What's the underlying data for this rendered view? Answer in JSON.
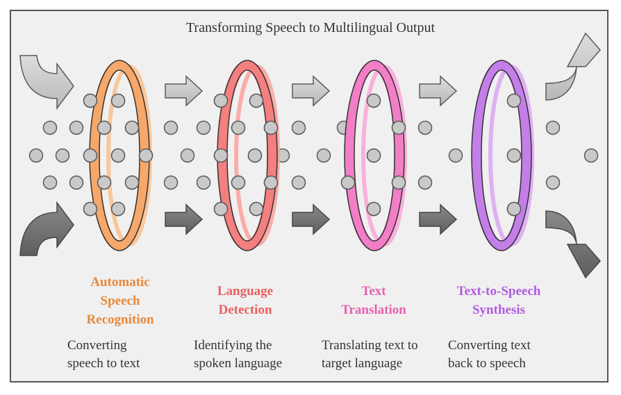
{
  "title": "Transforming Speech to Multilingual Output",
  "colors": {
    "background": "#f0f0f0",
    "border": "#555555",
    "dots": "#c9c9c9",
    "arrow_light": "#c8c8c8",
    "arrow_dark": "#707070"
  },
  "stages": [
    {
      "title_lines": [
        "Automatic",
        "Speech",
        "Recognition"
      ],
      "desc_lines": [
        "Converting",
        "speech to text"
      ],
      "color": "#e8893a",
      "ring_fill": "#f6a86a",
      "ring_edge": "#f9c291"
    },
    {
      "title_lines": [
        "Language",
        "Detection"
      ],
      "desc_lines": [
        "Identifying the",
        "spoken language"
      ],
      "color": "#e86060",
      "ring_fill": "#f47f7f",
      "ring_edge": "#f9a5a0"
    },
    {
      "title_lines": [
        "Text",
        "Translation"
      ],
      "desc_lines": [
        "Translating text to",
        "target language"
      ],
      "color": "#e860b0",
      "ring_fill": "#f27ec6",
      "ring_edge": "#f8aad8"
    },
    {
      "title_lines": [
        "Text-to-Speech",
        "Synthesis"
      ],
      "desc_lines": [
        "Converting text",
        "back to speech"
      ],
      "color": "#b05ce0",
      "ring_fill": "#c47ee8",
      "ring_edge": "#dcaaf2"
    }
  ]
}
